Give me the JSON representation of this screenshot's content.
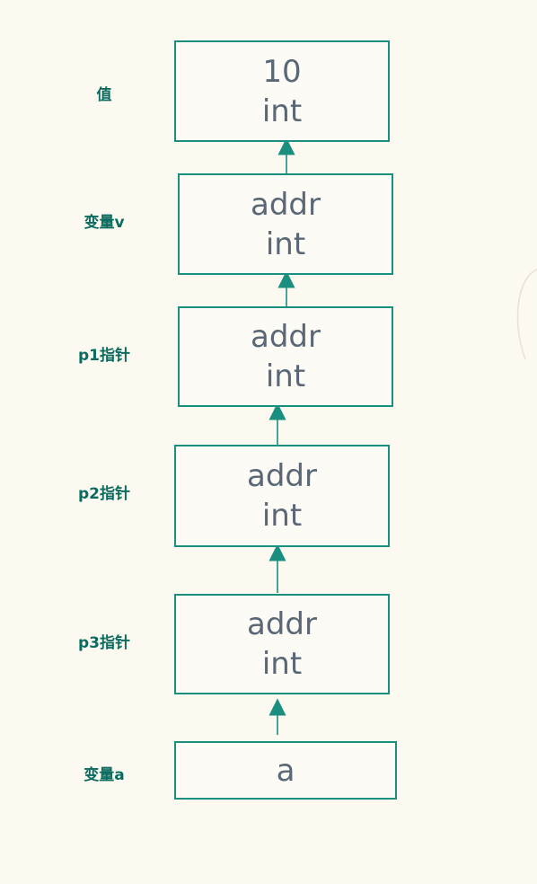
{
  "rows": [
    {
      "label": "值",
      "line1": "10",
      "line2": "int"
    },
    {
      "label": "变量v",
      "line1": "addr",
      "line2": "int"
    },
    {
      "label": "p1指针",
      "line1": "addr",
      "line2": "int"
    },
    {
      "label": "p2指针",
      "line1": "addr",
      "line2": "int"
    },
    {
      "label": "p3指针",
      "line1": "addr",
      "line2": "int"
    },
    {
      "label": "变量a",
      "line1": "a"
    }
  ],
  "colors": {
    "background": "#fcf9f1",
    "box_border": "#1b8f7f",
    "label_text": "#0b6b5f",
    "box_text": "#5a6776",
    "arrow": "#1b8f7f"
  }
}
